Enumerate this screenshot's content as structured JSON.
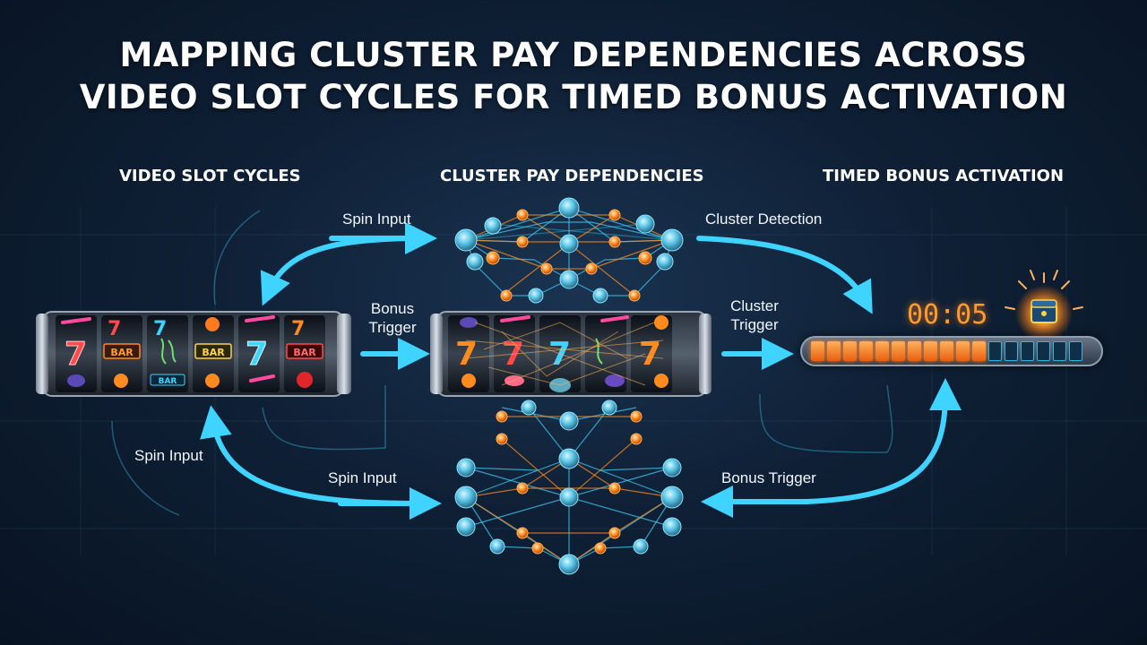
{
  "title": {
    "line1": "MAPPING CLUSTER PAY DEPENDENCIES ACROSS",
    "line2": "VIDEO SLOT CYCLES FOR TIMED BONUS ACTIVATION"
  },
  "columns": {
    "left": "VIDEO SLOT CYCLES",
    "middle": "CLUSTER PAY DEPENDENCIES",
    "right": "TIMED BONUS ACTIVATION"
  },
  "labels": {
    "spin_input_top": "Spin Input",
    "bonus_trigger_mid": "Bonus\nTrigger",
    "spin_input_left": "Spin Input",
    "spin_input_bottom": "Spin Input",
    "cluster_detection": "Cluster Detection",
    "cluster_trigger": "Cluster\nTrigger",
    "bonus_trigger_bottom": "Bonus Trigger"
  },
  "reel_symbols": {
    "bar": "BAR",
    "seven": "7"
  },
  "timer": {
    "display": "00:05",
    "progress_fraction": 0.65
  },
  "colors": {
    "accent_cyan": "#3fd4ff",
    "accent_orange": "#ff8a1e",
    "background": "#0f2036"
  }
}
